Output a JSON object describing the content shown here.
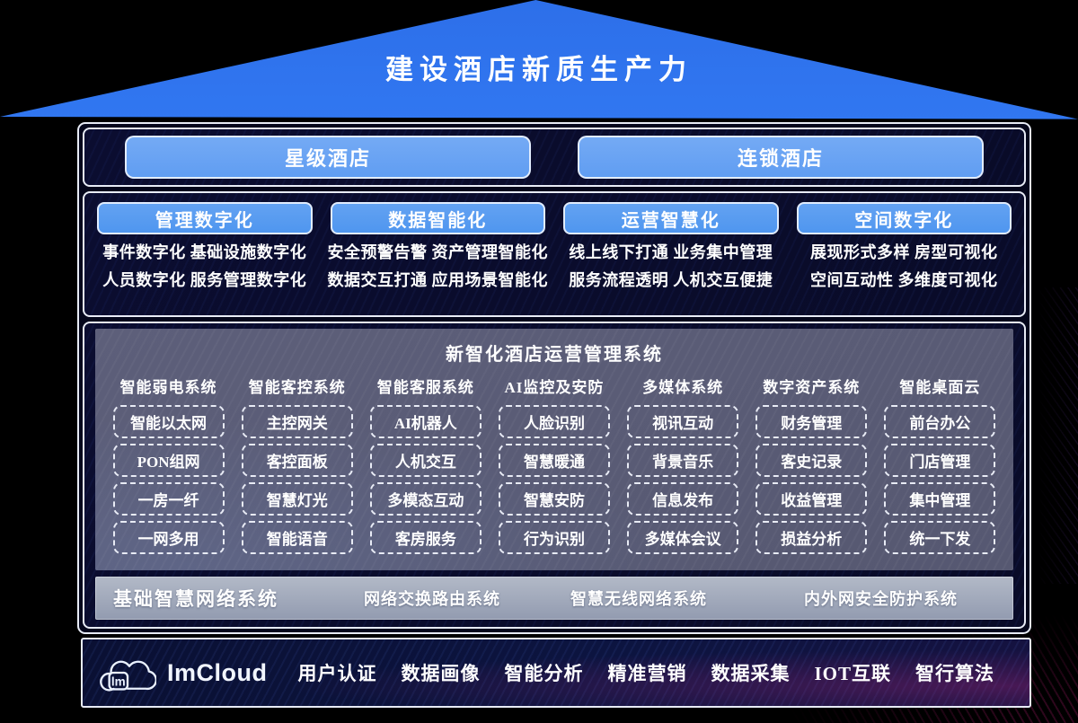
{
  "title": "建设酒店新质生产力",
  "hotel_types": [
    "星级酒店",
    "连锁酒店"
  ],
  "pillars": [
    {
      "header": "管理数字化",
      "lines": [
        "事件数字化  基础设施数字化",
        "人员数字化  服务管理数字化"
      ]
    },
    {
      "header": "数据智能化",
      "lines": [
        "安全预警告警  资产管理智能化",
        "数据交互打通  应用场景智能化"
      ]
    },
    {
      "header": "运营智慧化",
      "lines": [
        "线上线下打通  业务集中管理",
        "服务流程透明  人机交互便捷"
      ]
    },
    {
      "header": "空间数字化",
      "lines": [
        "展现形式多样  房型可视化",
        "空间互动性   多维度可视化"
      ]
    }
  ],
  "platform": {
    "title": "新智化酒店运营管理系统",
    "columns": [
      {
        "header": "智能弱电系统",
        "items": [
          "智能以太网",
          "PON组网",
          "一房一纤",
          "一网多用"
        ]
      },
      {
        "header": "智能客控系统",
        "items": [
          "主控网关",
          "客控面板",
          "智慧灯光",
          "智能语音"
        ]
      },
      {
        "header": "智能客服系统",
        "items": [
          "AI机器人",
          "人机交互",
          "多模态互动",
          "客房服务"
        ]
      },
      {
        "header": "AI监控及安防",
        "items": [
          "人脸识别",
          "智慧暖通",
          "智慧安防",
          "行为识别"
        ]
      },
      {
        "header": "多媒体系统",
        "items": [
          "视讯互动",
          "背景音乐",
          "信息发布",
          "多媒体会议"
        ]
      },
      {
        "header": "数字资产系统",
        "items": [
          "财务管理",
          "客史记录",
          "收益管理",
          "损益分析"
        ]
      },
      {
        "header": "智能桌面云",
        "items": [
          "前台办公",
          "门店管理",
          "集中管理",
          "统一下发"
        ]
      }
    ]
  },
  "network_bar": {
    "title": "基础智慧网络系统",
    "items": [
      "网络交换路由系统",
      "智慧无线网络系统",
      "内外网安全防护系统"
    ]
  },
  "footer": {
    "brand": "ImCloud",
    "logo_text": "lm",
    "items": [
      "用户认证",
      "数据画像",
      "智能分析",
      "精准营销",
      "数据采集",
      "IOT互联",
      "智行算法"
    ]
  },
  "icons": {
    "cloud_logo": "cloud-outline"
  },
  "colors": {
    "roof_blue": "#2e73ee",
    "button_blue": "#69a3f2",
    "header_blue": "#559af0",
    "panel_navy": "#0a0c2e",
    "platform_purple": "#5a5c77",
    "bar_grey": "#9aa2b5",
    "footer_navy": "#0b1138",
    "accent_magenta": "#b0256e",
    "border_white": "#e8ecf6"
  }
}
